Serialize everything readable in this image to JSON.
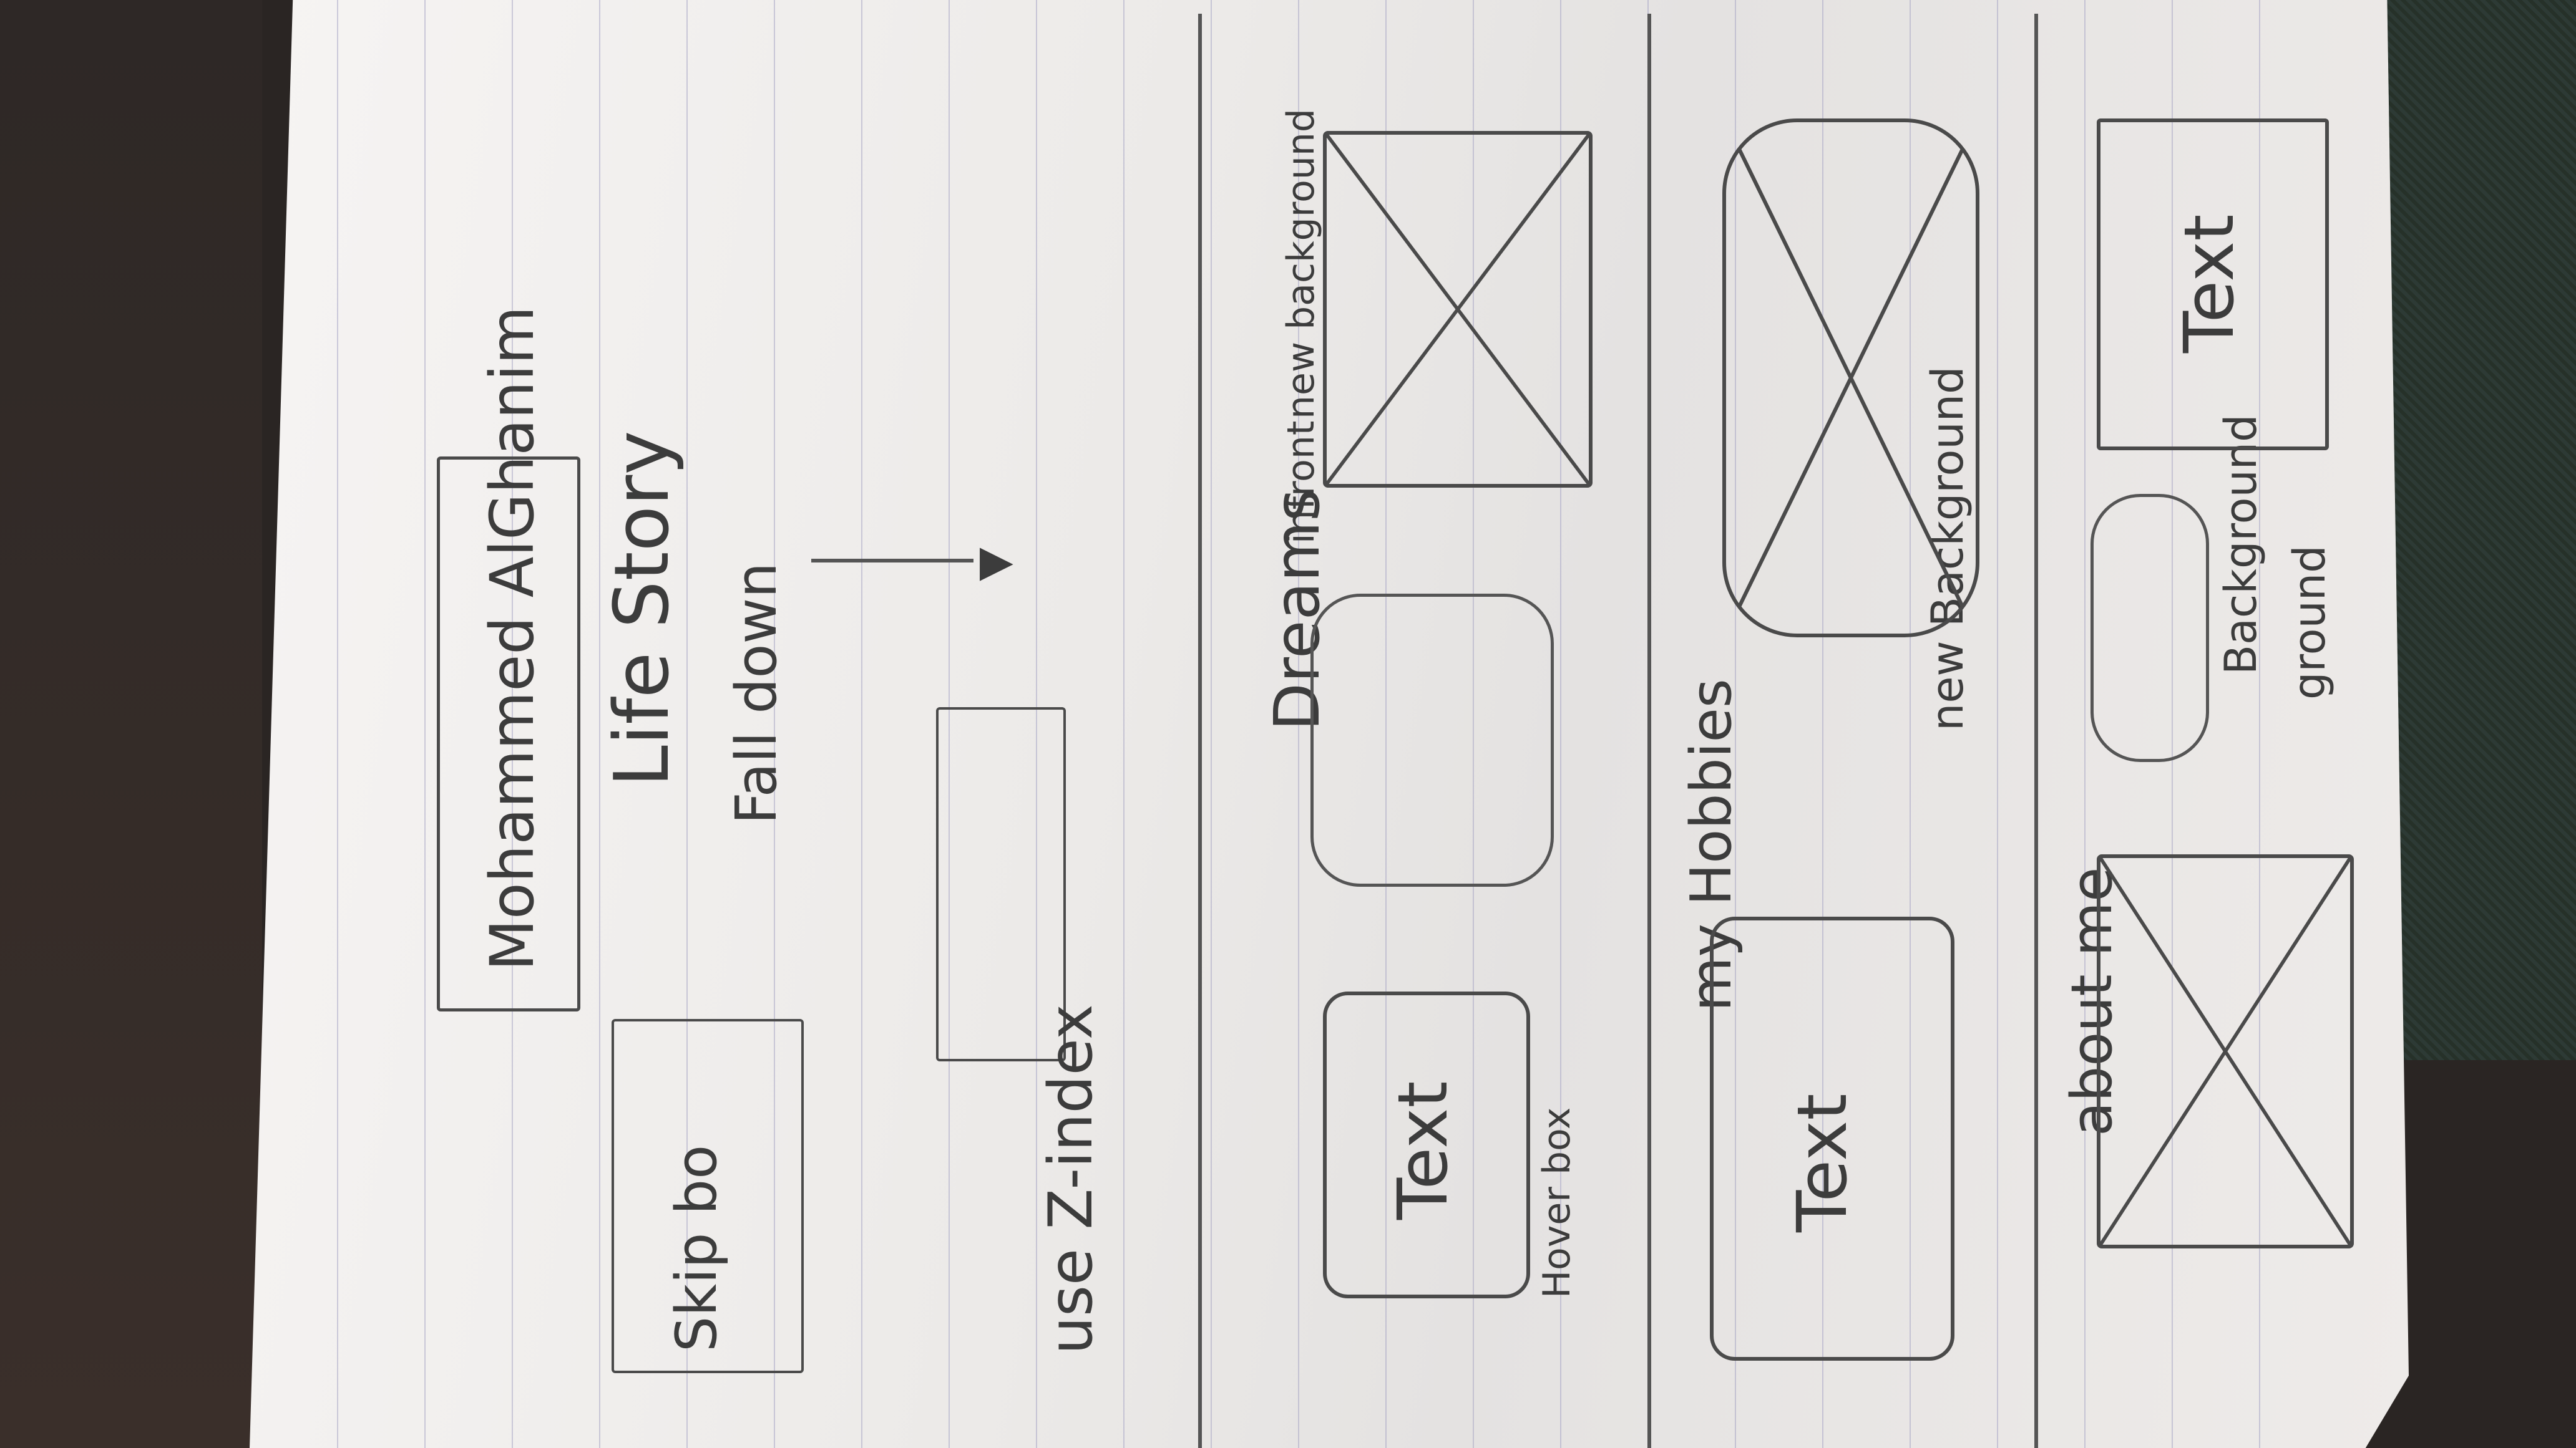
{
  "title": "Mohammed AlGhanim",
  "life_story": "Life Story",
  "fall_down": "Fall down",
  "skip_label": "Skip bo",
  "use_z_index": "use Z-index",
  "dreams": "Dreams",
  "infront": "infront",
  "new_background_1": "new background",
  "text_1": "Text",
  "hover_label": "Hover box",
  "my_hobbies": "my Hobbies",
  "text_2": "Text",
  "new_background_2": "new Background",
  "about_me": "about me",
  "text_3": "Text",
  "background_3": "Background",
  "ground": "ground"
}
